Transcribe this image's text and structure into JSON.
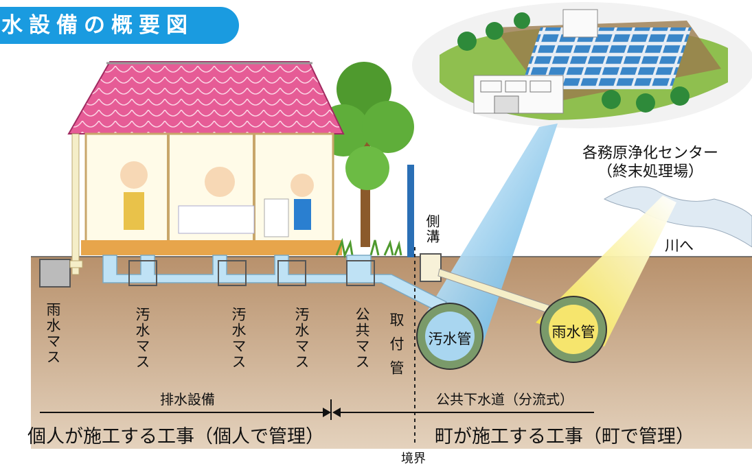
{
  "title": "水設備の概要図",
  "center": {
    "name": "各務原浄化センター",
    "sub": "（終末処理場）"
  },
  "river_label": "川へ",
  "side_ditch": "側溝",
  "pipes": {
    "sewage": "汚水管",
    "rain": "雨水管"
  },
  "masu_labels": {
    "rain": "雨水マス",
    "sewage1": "汚水マス",
    "sewage2": "汚水マス",
    "sewage3": "汚水マス",
    "public": "公共マス",
    "connection": "取付管"
  },
  "sections": {
    "private_system": "排水設備",
    "public_system": "公共下水道（分流式）",
    "private_work": "個人が施工する工事（個人で管理）",
    "town_work": "町が施工する工事（町で管理）",
    "boundary": "境界"
  },
  "colors": {
    "title_bg": "#1a9be0",
    "roof": "#e0508a",
    "soil": "#c9a882",
    "sewage_pipe": "#a9d6f0",
    "rain_pipe": "#f2e07a",
    "grass": "#6fae3c"
  }
}
